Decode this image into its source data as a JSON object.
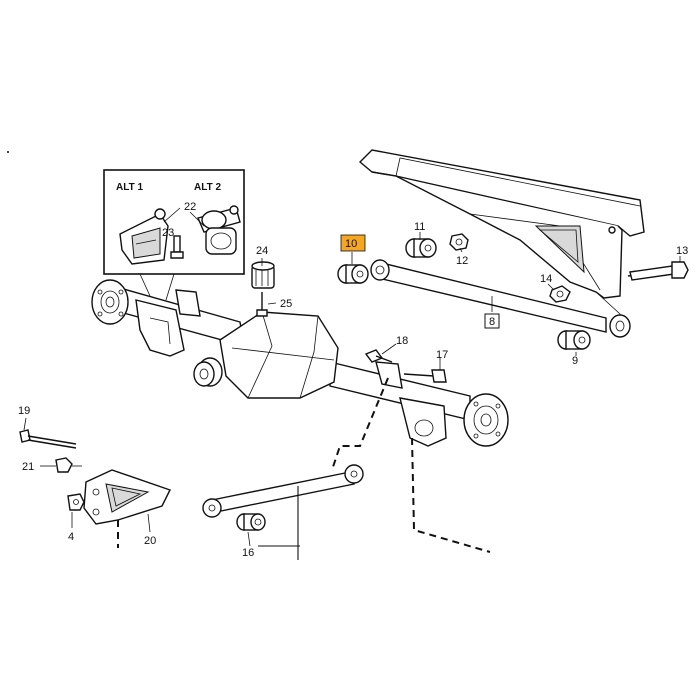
{
  "diagram": {
    "inset": {
      "alt1_label": "ALT 1",
      "alt2_label": "ALT 2",
      "callout_22": "22",
      "callout_23": "23"
    },
    "callouts": {
      "c10": "10",
      "c11": "11",
      "c12": "12",
      "c13": "13",
      "c14": "14",
      "c8": "8",
      "c9": "9",
      "c24": "24",
      "c25": "25",
      "c18": "18",
      "c17": "17",
      "c19": "19",
      "c21": "21",
      "c4": "4",
      "c20": "20",
      "c16": "16"
    },
    "highlight_color": "#f5a623"
  }
}
